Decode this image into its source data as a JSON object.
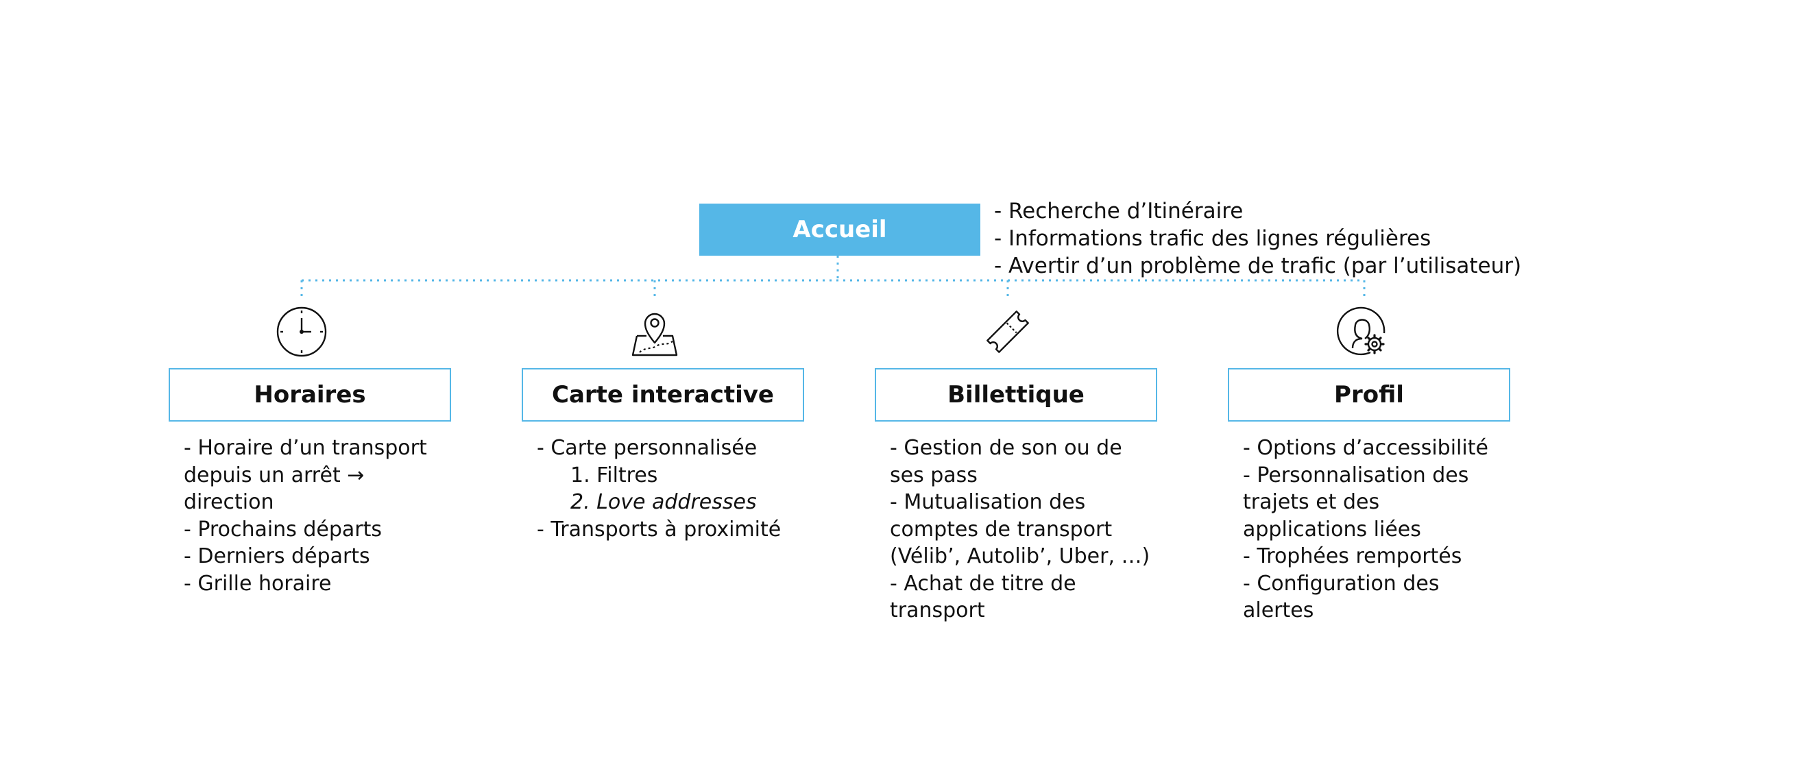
{
  "root": {
    "label": "Accueil",
    "notes": [
      "- Recherche d’Itinéraire",
      "- Informations trafic des lignes régulières",
      "- Avertir d’un problème de trafic (par l’utilisateur)"
    ]
  },
  "colors": {
    "accent": "#55b7e7",
    "connector": "#55b7e7",
    "text": "#111111"
  },
  "sections": [
    {
      "title": "Horaires",
      "icon": "clock-icon",
      "items": [
        "- Horaire d’un transport",
        "depuis un arrêt →",
        "direction",
        "- Prochains départs",
        "- Derniers départs",
        "- Grille horaire"
      ]
    },
    {
      "title": "Carte interactive",
      "icon": "map-pin-icon",
      "items": [
        "- Carte personnalisée",
        "1. Filtres",
        "2. Love addresses",
        "- Transports à proximité"
      ]
    },
    {
      "title": "Billettique",
      "icon": "ticket-icon",
      "items": [
        "- Gestion de son ou  de",
        "ses pass",
        "- Mutualisation des",
        "comptes de transport",
        "(Vélib’, Autolib’, Uber, …)",
        "- Achat de titre de",
        "transport"
      ]
    },
    {
      "title": "Profil",
      "icon": "user-settings-icon",
      "items": [
        "- Options d’accessibilité",
        "- Personnalisation des",
        "trajets et des",
        "applications  liées",
        "- Trophées remportés",
        "- Configuration des",
        "alertes"
      ]
    }
  ]
}
